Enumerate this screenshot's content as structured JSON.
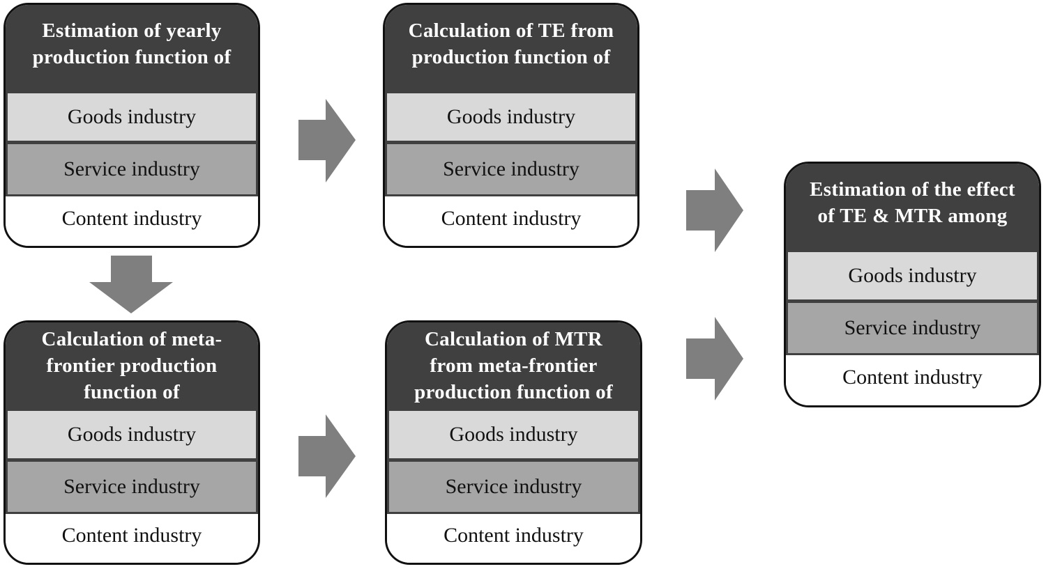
{
  "diagram": {
    "boxes": [
      {
        "id": "yearly-production",
        "title": "Estimation of yearly production function of",
        "rows": [
          "Goods industry",
          "Service industry",
          "Content industry"
        ]
      },
      {
        "id": "te-calculation",
        "title": "Calculation of TE from production function of",
        "rows": [
          "Goods industry",
          "Service industry",
          "Content industry"
        ]
      },
      {
        "id": "meta-frontier",
        "title": "Calculation of meta-frontier production function of",
        "rows": [
          "Goods industry",
          "Service industry",
          "Content industry"
        ]
      },
      {
        "id": "mtr-calculation",
        "title": "Calculation of MTR from meta-frontier production function of",
        "rows": [
          "Goods industry",
          "Service industry",
          "Content industry"
        ]
      },
      {
        "id": "effect-estimation",
        "title": "Estimation of the effect of TE & MTR among",
        "rows": [
          "Goods industry",
          "Service industry",
          "Content industry"
        ]
      }
    ],
    "title_lines": {
      "b0": [
        "Estimation of yearly",
        "production function of"
      ],
      "b1": [
        "Calculation  of TE from",
        "production function of"
      ],
      "b2": [
        "Calculation  of meta-",
        "frontier production",
        "function of"
      ],
      "b3": [
        "Calculation  of MTR",
        "from meta-frontier",
        "production function of"
      ],
      "b4": [
        "Estimation of the effect",
        "of TE & MTR among"
      ]
    },
    "edges": [
      {
        "from": "yearly-production",
        "to": "te-calculation",
        "direction": "right"
      },
      {
        "from": "yearly-production",
        "to": "meta-frontier",
        "direction": "down"
      },
      {
        "from": "meta-frontier",
        "to": "mtr-calculation",
        "direction": "right"
      },
      {
        "from": "te-calculation",
        "to": "effect-estimation",
        "direction": "right"
      },
      {
        "from": "mtr-calculation",
        "to": "effect-estimation",
        "direction": "right"
      }
    ],
    "colors": {
      "header": "#404040",
      "goods": "#d9d9d9",
      "service": "#a6a6a6",
      "content": "#ffffff",
      "arrow": "#7f7f7f"
    }
  }
}
